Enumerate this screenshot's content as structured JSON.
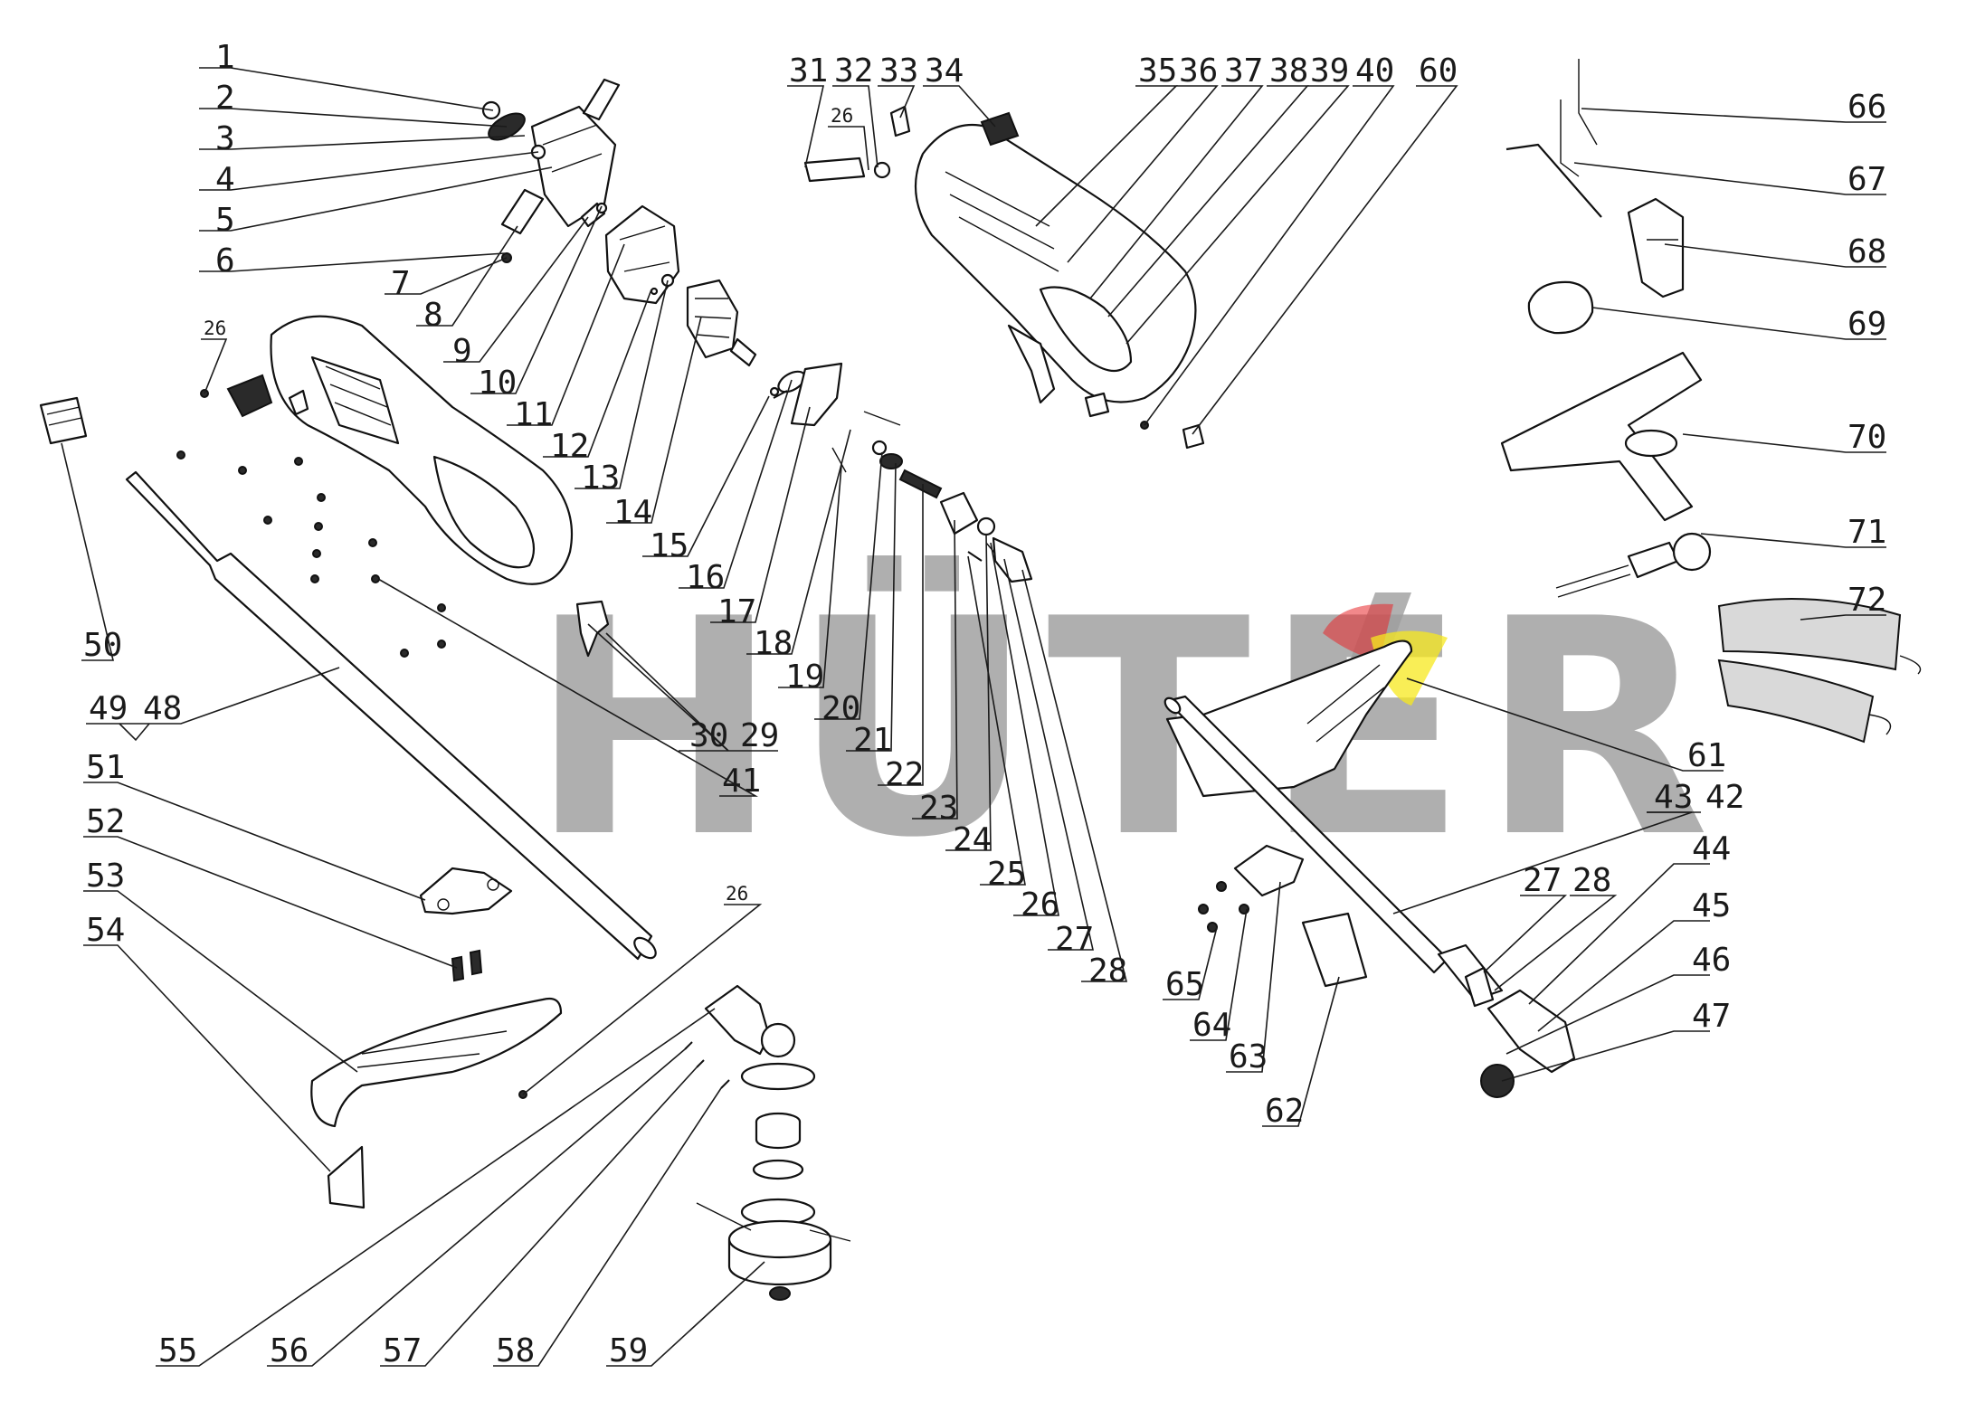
{
  "brand": {
    "watermark_text": "HÜTER",
    "watermark_color": "#9e9e9e",
    "accent_red": "#e8272a",
    "accent_yellow": "#f7e81e"
  },
  "callouts": [
    {
      "id": "1",
      "label": "1"
    },
    {
      "id": "2",
      "label": "2"
    },
    {
      "id": "3",
      "label": "3"
    },
    {
      "id": "4",
      "label": "4"
    },
    {
      "id": "5",
      "label": "5"
    },
    {
      "id": "6",
      "label": "6"
    },
    {
      "id": "7",
      "label": "7"
    },
    {
      "id": "8",
      "label": "8"
    },
    {
      "id": "9",
      "label": "9"
    },
    {
      "id": "10",
      "label": "10"
    },
    {
      "id": "11",
      "label": "11"
    },
    {
      "id": "12",
      "label": "12"
    },
    {
      "id": "13",
      "label": "13"
    },
    {
      "id": "14",
      "label": "14"
    },
    {
      "id": "15",
      "label": "15"
    },
    {
      "id": "16",
      "label": "16"
    },
    {
      "id": "17",
      "label": "17"
    },
    {
      "id": "18",
      "label": "18"
    },
    {
      "id": "19",
      "label": "19"
    },
    {
      "id": "20",
      "label": "20"
    },
    {
      "id": "21",
      "label": "21"
    },
    {
      "id": "22",
      "label": "22"
    },
    {
      "id": "23",
      "label": "23"
    },
    {
      "id": "24",
      "label": "24"
    },
    {
      "id": "25",
      "label": "25"
    },
    {
      "id": "26",
      "label": "26"
    },
    {
      "id": "27",
      "label": "27"
    },
    {
      "id": "28",
      "label": "28"
    },
    {
      "id": "29",
      "label": "29"
    },
    {
      "id": "30",
      "label": "30"
    },
    {
      "id": "31",
      "label": "31"
    },
    {
      "id": "32",
      "label": "32"
    },
    {
      "id": "33",
      "label": "33"
    },
    {
      "id": "34",
      "label": "34"
    },
    {
      "id": "35",
      "label": "35"
    },
    {
      "id": "36",
      "label": "36"
    },
    {
      "id": "37",
      "label": "37"
    },
    {
      "id": "38",
      "label": "38"
    },
    {
      "id": "39",
      "label": "39"
    },
    {
      "id": "40",
      "label": "40"
    },
    {
      "id": "41",
      "label": "41"
    },
    {
      "id": "42",
      "label": "42"
    },
    {
      "id": "43",
      "label": "43"
    },
    {
      "id": "44",
      "label": "44"
    },
    {
      "id": "45",
      "label": "45"
    },
    {
      "id": "46",
      "label": "46"
    },
    {
      "id": "47",
      "label": "47"
    },
    {
      "id": "48",
      "label": "48"
    },
    {
      "id": "49",
      "label": "49"
    },
    {
      "id": "50",
      "label": "50"
    },
    {
      "id": "51",
      "label": "51"
    },
    {
      "id": "52",
      "label": "52"
    },
    {
      "id": "53",
      "label": "53"
    },
    {
      "id": "54",
      "label": "54"
    },
    {
      "id": "55",
      "label": "55"
    },
    {
      "id": "56",
      "label": "56"
    },
    {
      "id": "57",
      "label": "57"
    },
    {
      "id": "58",
      "label": "58"
    },
    {
      "id": "59",
      "label": "59"
    },
    {
      "id": "60",
      "label": "60"
    },
    {
      "id": "61",
      "label": "61"
    },
    {
      "id": "62",
      "label": "62"
    },
    {
      "id": "63",
      "label": "63"
    },
    {
      "id": "64",
      "label": "64"
    },
    {
      "id": "65",
      "label": "65"
    },
    {
      "id": "66",
      "label": "66"
    },
    {
      "id": "67",
      "label": "67"
    },
    {
      "id": "68",
      "label": "68"
    },
    {
      "id": "69",
      "label": "69"
    },
    {
      "id": "70",
      "label": "70"
    },
    {
      "id": "71",
      "label": "71"
    },
    {
      "id": "72",
      "label": "72"
    },
    {
      "id": "26a",
      "label": "26"
    },
    {
      "id": "26b",
      "label": "26"
    },
    {
      "id": "26c",
      "label": "26"
    },
    {
      "id": "27b",
      "label": "27"
    },
    {
      "id": "28b",
      "label": "28"
    }
  ]
}
